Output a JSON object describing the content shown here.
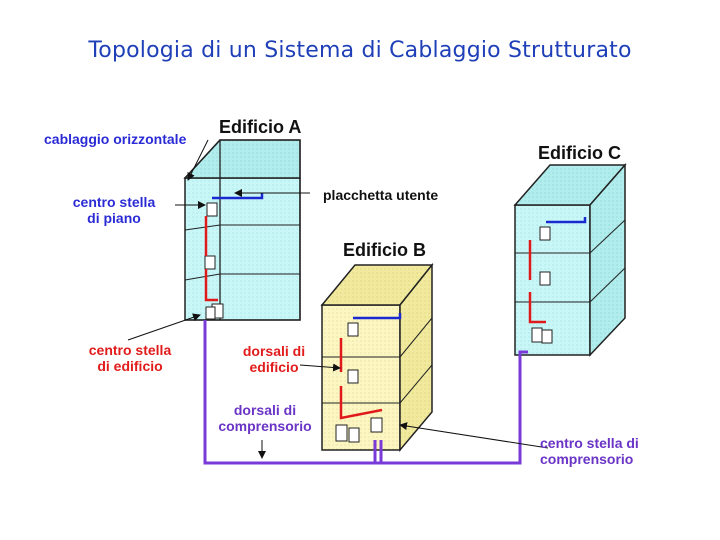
{
  "title": "Topologia di un Sistema di Cablaggio Strutturato",
  "buildings": {
    "a": "Edificio A",
    "b": "Edificio B",
    "c": "Edificio C"
  },
  "labels": {
    "cablaggio_orizzontale": "cablaggio orizzontale",
    "centro_stella_piano": [
      "centro stella",
      "di piano"
    ],
    "placchetta_utente": "placchetta utente",
    "centro_stella_edificio": [
      "centro stella",
      "di edificio"
    ],
    "dorsali_edificio": [
      "dorsali di",
      "edificio"
    ],
    "dorsali_comprensorio": [
      "dorsali di",
      "comprensorio"
    ],
    "centro_stella_comprensorio": [
      "centro stella di",
      "comprensorio"
    ]
  },
  "colors": {
    "title": "#1f3fb8",
    "building_ac_fill": "#c9f7f7",
    "building_b_fill": "#fbf6c2",
    "horizontal_cable": "#1a2ad0",
    "building_backbone": "#e01a1a",
    "campus_backbone": "#7a3ad8"
  }
}
